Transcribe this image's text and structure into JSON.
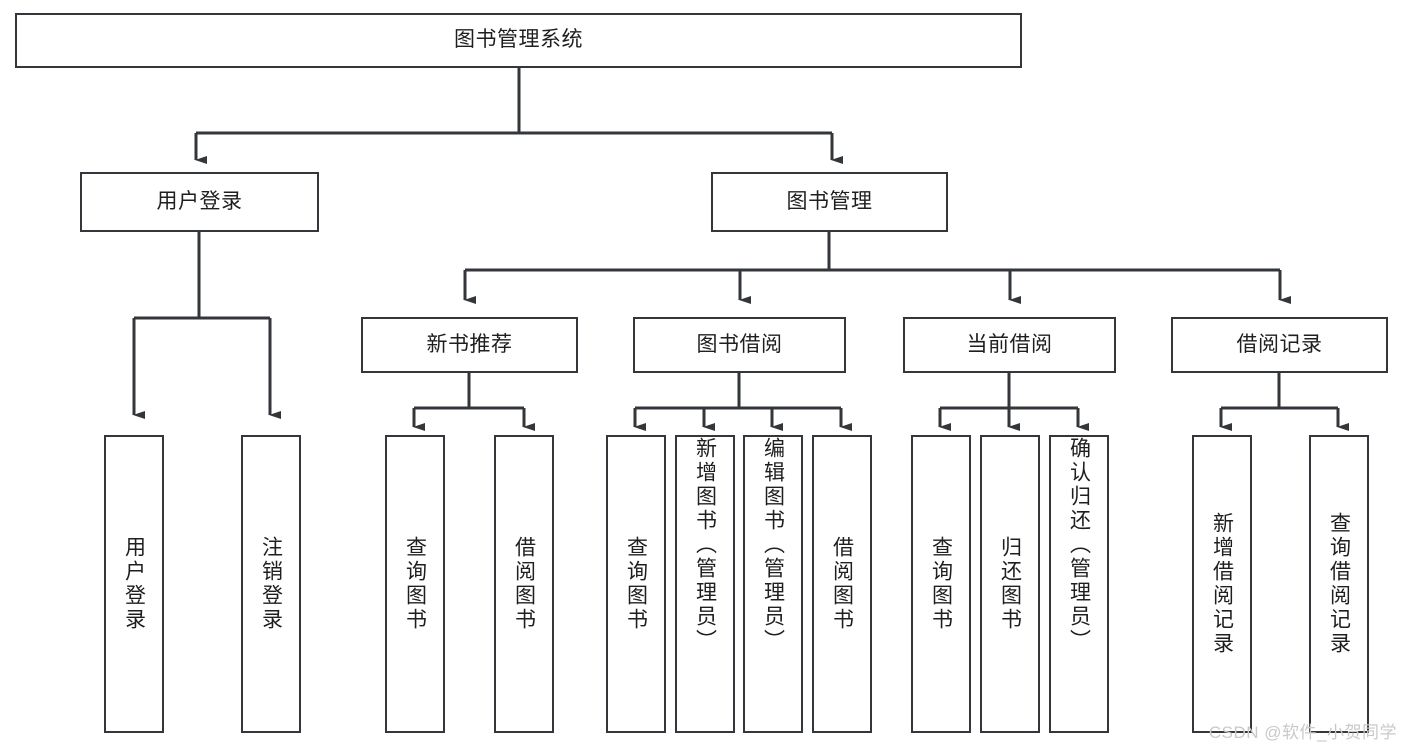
{
  "diagram": {
    "type": "tree",
    "title": "图书管理系统",
    "root": {
      "label": "图书管理系统"
    },
    "level1": [
      {
        "label": "用户登录"
      },
      {
        "label": "图书管理"
      }
    ],
    "level2": [
      {
        "label": "新书推荐"
      },
      {
        "label": "图书借阅"
      },
      {
        "label": "当前借阅"
      },
      {
        "label": "借阅记录"
      }
    ],
    "leaves": {
      "user_login": [
        {
          "label": "用户登录"
        },
        {
          "label": "注销登录"
        }
      ],
      "new_book_recommend": [
        {
          "label": "查询图书"
        },
        {
          "label": "借阅图书"
        }
      ],
      "book_borrow": [
        {
          "label": "查询图书"
        },
        {
          "label": "新增图书（管理员）"
        },
        {
          "label": "编辑图书（管理员）"
        },
        {
          "label": "借阅图书"
        }
      ],
      "current_borrow": [
        {
          "label": "查询图书"
        },
        {
          "label": "归还图书"
        },
        {
          "label": "确认归还（管理员）"
        }
      ],
      "borrow_record": [
        {
          "label": "新增借阅记录"
        },
        {
          "label": "查询借阅记录"
        }
      ]
    }
  },
  "watermark": {
    "text": "CSDN @软件_小贺同学"
  },
  "colors": {
    "stroke": "#33363a",
    "fill": "#ffffff",
    "text": "#1f1f1f",
    "watermark": "#c9c9c9"
  }
}
